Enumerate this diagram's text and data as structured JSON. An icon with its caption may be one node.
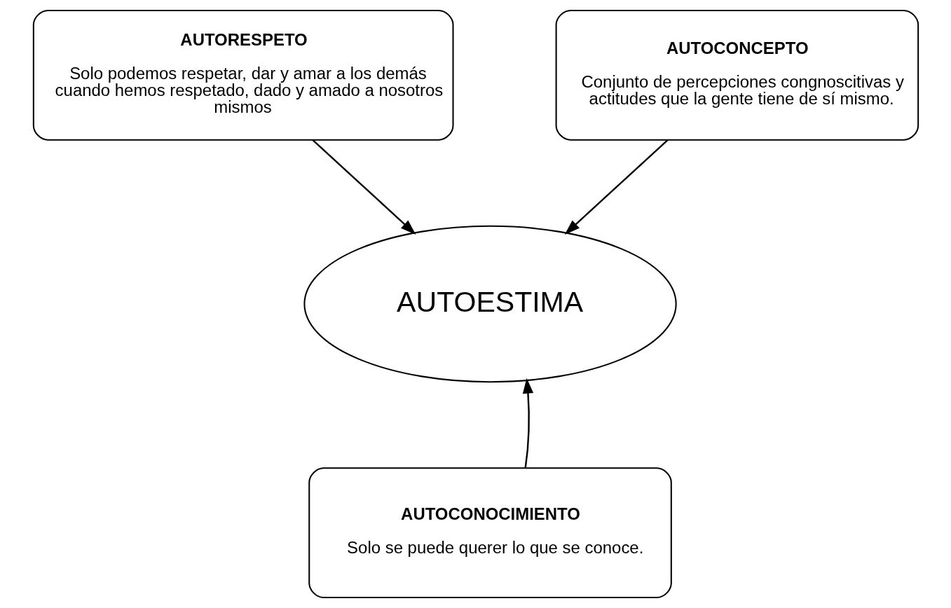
{
  "diagram": {
    "nodes": [
      {
        "text": [
          "AUTORESPETO",
          "Solo podemos respetar, dar y amar a los demás cuando hemos respetado, dado y amado a nosotros mismos"
        ]
      },
      {
        "text": [
          "AUTOCONCEPTO",
          "Conjunto de percepciones congnoscitivas y actitudes que la gente tiene de sí mismo."
        ]
      },
      {
        "text": [
          "AUTOESTIMA"
        ]
      },
      {
        "text": [
          "AUTOCONOCIMIENTO",
          "Solo se puede querer lo que se conoce."
        ]
      }
    ],
    "edges": [
      {
        "from": 0,
        "to": 2,
        "arrow": "to"
      },
      {
        "from": 1,
        "to": 2,
        "arrow": "to"
      },
      {
        "from": 3,
        "to": 2,
        "arrow": "to"
      }
    ]
  }
}
